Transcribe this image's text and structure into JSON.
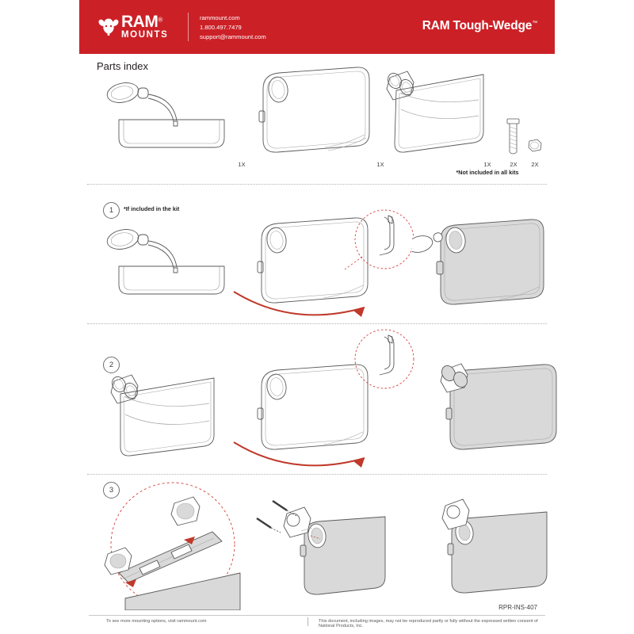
{
  "header": {
    "logo_ram": "RAM",
    "logo_reg": "®",
    "logo_mounts": "MOUNTS",
    "contact_website": "rammount.com",
    "contact_phone": "1.800.497.7479",
    "contact_email": "support@rammount.com",
    "product_title": "RAM Tough-Wedge",
    "product_tm": "™",
    "brand_red": "#cc2027"
  },
  "parts_index": {
    "title": "Parts index",
    "items": [
      {
        "name": "pump-bladder",
        "qty": "1X",
        "note": ""
      },
      {
        "name": "wedge-assembly",
        "qty": "1X",
        "note": ""
      },
      {
        "name": "wedge-with-ball-mount",
        "qty": "1X",
        "note": "*Not included in all kits"
      },
      {
        "name": "screw",
        "qty": "2X",
        "note": ""
      },
      {
        "name": "nut",
        "qty": "2X",
        "note": ""
      }
    ]
  },
  "steps": [
    {
      "number": "1",
      "note": "*If included in the kit"
    },
    {
      "number": "2",
      "note": ""
    },
    {
      "number": "3",
      "note": ""
    }
  ],
  "footer": {
    "doc_code": "RPR-INS-407",
    "left_text": "To see more mounting options, visit rammount.com",
    "right_text": "This document, including images, may not be reproduced partly or fully without the expressed written consent of National Products, Inc."
  }
}
